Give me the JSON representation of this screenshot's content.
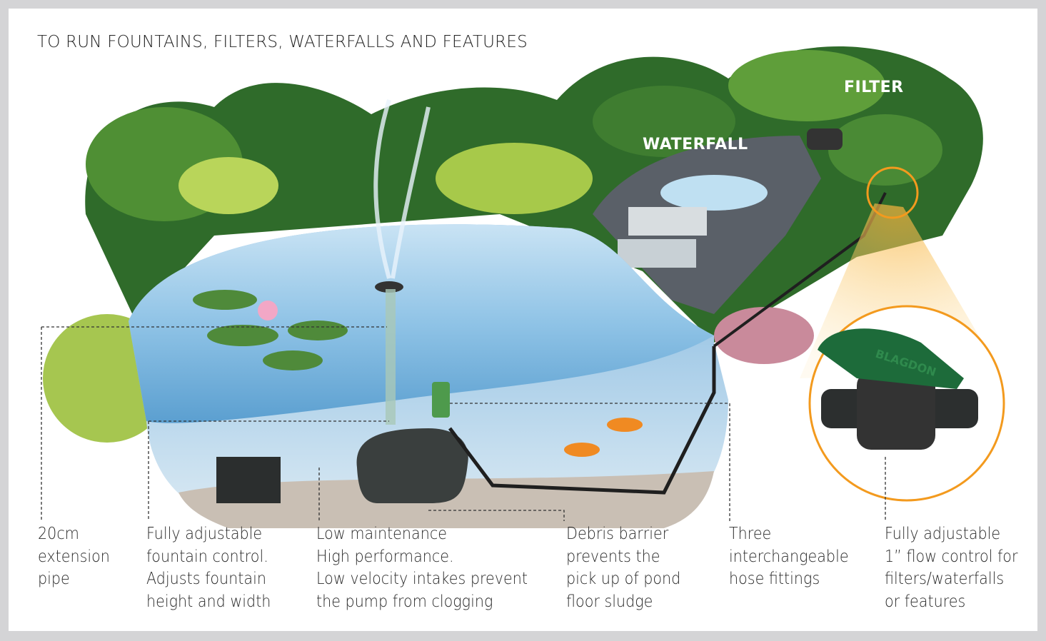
{
  "title": "TO RUN FOUNTAINS, FILTERS, WATERFALLS AND FEATURES",
  "tags": {
    "waterfall": "WATERFALL",
    "filter": "FILTER"
  },
  "valve_logo": "BLAGDON",
  "labels": [
    {
      "id": "extension-pipe",
      "lines": [
        "20cm",
        "extension",
        "pipe"
      ]
    },
    {
      "id": "fountain-control",
      "lines": [
        "Fully adjustable",
        "fountain control.",
        "Adjusts fountain",
        "height and width"
      ]
    },
    {
      "id": "low-maintenance",
      "lines": [
        "Low maintenance",
        "High performance.",
        "Low velocity intakes prevent",
        "the pump from clogging"
      ]
    },
    {
      "id": "debris-barrier",
      "lines": [
        "Debris barrier",
        "prevents the",
        "pick up of pond",
        "floor sludge"
      ]
    },
    {
      "id": "hose-fittings",
      "lines": [
        "Three",
        "interchangeable",
        "hose fittings"
      ]
    },
    {
      "id": "flow-control",
      "lines": [
        "Fully adjustable",
        "1” flow control for",
        "filters/waterfalls",
        "or features"
      ]
    }
  ],
  "colors": {
    "water": "#8fc3e6",
    "foliage": "#2f6b2a",
    "callout": "#f39a1e",
    "valve": "#1d6b3a"
  }
}
